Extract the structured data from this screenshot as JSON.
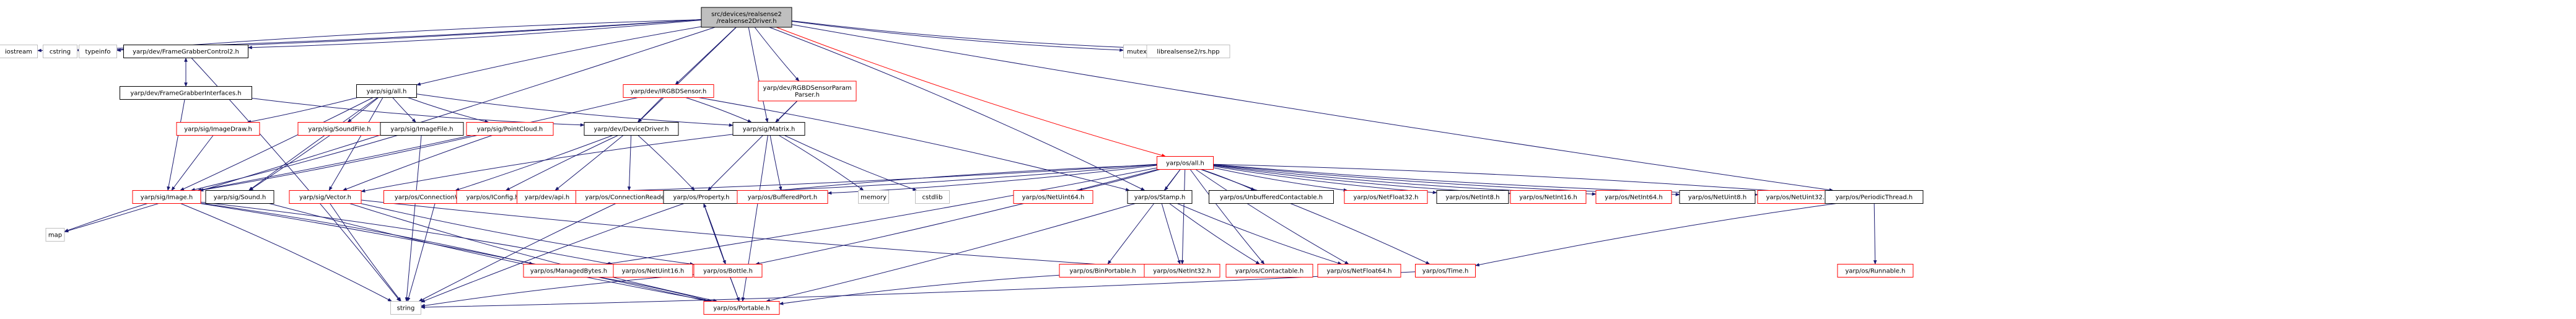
{
  "graph": {
    "colors": {
      "edge": "#191970",
      "edge_red": "#ff0000",
      "root_fill": "#bfbfbf",
      "default_stroke": "#000000",
      "linked_stroke": "#000000",
      "missing_stroke": "#ff0000",
      "background": "#ffffff"
    },
    "nodes": {
      "root": {
        "lines": [
          "src/devices/realsense2",
          "/realsense2Driver.h"
        ],
        "style": "root"
      },
      "iostream": {
        "lines": [
          "iostream"
        ],
        "style": "default"
      },
      "cstring": {
        "lines": [
          "cstring"
        ],
        "style": "default"
      },
      "typeinfo": {
        "lines": [
          "typeinfo"
        ],
        "style": "default"
      },
      "fgc2": {
        "lines": [
          "yarp/dev/FrameGrabberControl2.h"
        ],
        "style": "linked"
      },
      "fgi": {
        "lines": [
          "yarp/dev/FrameGrabberInterfaces.h"
        ],
        "style": "linked"
      },
      "sigall": {
        "lines": [
          "yarp/sig/all.h"
        ],
        "style": "linked"
      },
      "irgbd": {
        "lines": [
          "yarp/dev/IRGBDSensor.h"
        ],
        "style": "missing"
      },
      "rgbdparam": {
        "lines": [
          "yarp/dev/RGBDSensorParam",
          "Parser.h"
        ],
        "style": "missing"
      },
      "mutex": {
        "lines": [
          "mutex"
        ],
        "style": "default"
      },
      "librealsense": {
        "lines": [
          "librealsense2/rs.hpp"
        ],
        "style": "default"
      },
      "imagedraw": {
        "lines": [
          "yarp/sig/ImageDraw.h"
        ],
        "style": "missing"
      },
      "soundfile": {
        "lines": [
          "yarp/sig/SoundFile.h"
        ],
        "style": "missing"
      },
      "imagefile": {
        "lines": [
          "yarp/sig/ImageFile.h"
        ],
        "style": "linked"
      },
      "pointcloud": {
        "lines": [
          "yarp/sig/PointCloud.h"
        ],
        "style": "missing"
      },
      "devicedriver": {
        "lines": [
          "yarp/dev/DeviceDriver.h"
        ],
        "style": "linked"
      },
      "matrix": {
        "lines": [
          "yarp/sig/Matrix.h"
        ],
        "style": "linked"
      },
      "osall": {
        "lines": [
          "yarp/os/all.h"
        ],
        "style": "missing"
      },
      "map": {
        "lines": [
          "map"
        ],
        "style": "default"
      },
      "image": {
        "lines": [
          "yarp/sig/Image.h"
        ],
        "style": "missing"
      },
      "sound": {
        "lines": [
          "yarp/sig/Sound.h"
        ],
        "style": "linked"
      },
      "vector": {
        "lines": [
          "yarp/sig/Vector.h"
        ],
        "style": "missing"
      },
      "connwriter": {
        "lines": [
          "yarp/os/ConnectionWriter.h"
        ],
        "style": "missing"
      },
      "iconfig": {
        "lines": [
          "yarp/os/IConfig.h"
        ],
        "style": "missing"
      },
      "api": {
        "lines": [
          "yarp/dev/api.h"
        ],
        "style": "missing"
      },
      "connreader": {
        "lines": [
          "yarp/os/ConnectionReader.h"
        ],
        "style": "missing"
      },
      "property": {
        "lines": [
          "yarp/os/Property.h"
        ],
        "style": "linked"
      },
      "bufferedport": {
        "lines": [
          "yarp/os/BufferedPort.h"
        ],
        "style": "missing"
      },
      "memory": {
        "lines": [
          "memory"
        ],
        "style": "default"
      },
      "cstdlib": {
        "lines": [
          "cstdlib"
        ],
        "style": "default"
      },
      "netuint64": {
        "lines": [
          "yarp/os/NetUint64.h"
        ],
        "style": "missing"
      },
      "stamp": {
        "lines": [
          "yarp/os/Stamp.h"
        ],
        "style": "linked"
      },
      "unbuffered": {
        "lines": [
          "yarp/os/UnbufferedContactable.h"
        ],
        "style": "linked"
      },
      "netfloat32": {
        "lines": [
          "yarp/os/NetFloat32.h"
        ],
        "style": "missing"
      },
      "netint8": {
        "lines": [
          "yarp/os/NetInt8.h"
        ],
        "style": "linked"
      },
      "netint16": {
        "lines": [
          "yarp/os/NetInt16.h"
        ],
        "style": "missing"
      },
      "netint64": {
        "lines": [
          "yarp/os/NetInt64.h"
        ],
        "style": "missing"
      },
      "netuint8": {
        "lines": [
          "yarp/os/NetUint8.h"
        ],
        "style": "linked"
      },
      "netuint32": {
        "lines": [
          "yarp/os/NetUint32.h"
        ],
        "style": "missing"
      },
      "periodic": {
        "lines": [
          "yarp/os/PeriodicThread.h"
        ],
        "style": "linked"
      },
      "managedbytes": {
        "lines": [
          "yarp/os/ManagedBytes.h"
        ],
        "style": "missing"
      },
      "netuint16": {
        "lines": [
          "yarp/os/NetUint16.h"
        ],
        "style": "missing"
      },
      "bottle": {
        "lines": [
          "yarp/os/Bottle.h"
        ],
        "style": "missing"
      },
      "binportable": {
        "lines": [
          "yarp/os/BinPortable.h"
        ],
        "style": "missing"
      },
      "netint32": {
        "lines": [
          "yarp/os/NetInt32.h"
        ],
        "style": "missing"
      },
      "contactable": {
        "lines": [
          "yarp/os/Contactable.h"
        ],
        "style": "missing"
      },
      "netfloat64": {
        "lines": [
          "yarp/os/NetFloat64.h"
        ],
        "style": "missing"
      },
      "time": {
        "lines": [
          "yarp/os/Time.h"
        ],
        "style": "missing"
      },
      "runnable": {
        "lines": [
          "yarp/os/Runnable.h"
        ],
        "style": "missing"
      },
      "string": {
        "lines": [
          "string"
        ],
        "style": "default"
      },
      "portable": {
        "lines": [
          "yarp/os/Portable.h"
        ],
        "style": "missing"
      }
    },
    "edges": [
      [
        "root",
        "iostream"
      ],
      [
        "root",
        "cstring"
      ],
      [
        "root",
        "typeinfo"
      ],
      [
        "root",
        "fgc2"
      ],
      [
        "root",
        "sigall"
      ],
      [
        "root",
        "irgbd"
      ],
      [
        "root",
        "rgbdparam"
      ],
      [
        "root",
        "mutex"
      ],
      [
        "root",
        "librealsense"
      ],
      [
        "root",
        "map"
      ],
      [
        "root",
        "devicedriver"
      ],
      [
        "root",
        "matrix"
      ],
      [
        "root",
        "stamp"
      ],
      [
        "root",
        "periodic"
      ],
      [
        "root",
        "osall"
      ],
      [
        "fgc2",
        "fgi"
      ],
      [
        "fgc2",
        "string"
      ],
      [
        "fgi",
        "fgc2"
      ],
      [
        "fgi",
        "image"
      ],
      [
        "fgi",
        "devicedriver"
      ],
      [
        "sigall",
        "imagedraw"
      ],
      [
        "sigall",
        "soundfile"
      ],
      [
        "sigall",
        "imagefile"
      ],
      [
        "sigall",
        "pointcloud"
      ],
      [
        "sigall",
        "matrix"
      ],
      [
        "sigall",
        "image"
      ],
      [
        "sigall",
        "sound"
      ],
      [
        "sigall",
        "vector"
      ],
      [
        "imagedraw",
        "image"
      ],
      [
        "soundfile",
        "sound"
      ],
      [
        "imagefile",
        "image"
      ],
      [
        "imagefile",
        "string"
      ],
      [
        "pointcloud",
        "vector"
      ],
      [
        "pointcloud",
        "image"
      ],
      [
        "irgbd",
        "devicedriver"
      ],
      [
        "irgbd",
        "matrix"
      ],
      [
        "irgbd",
        "image"
      ],
      [
        "irgbd",
        "stamp"
      ],
      [
        "rgbdparam",
        "matrix"
      ],
      [
        "rgbdparam",
        "property"
      ],
      [
        "devicedriver",
        "connwriter"
      ],
      [
        "devicedriver",
        "iconfig"
      ],
      [
        "devicedriver",
        "api"
      ],
      [
        "devicedriver",
        "connreader"
      ],
      [
        "devicedriver",
        "property"
      ],
      [
        "matrix",
        "vector"
      ],
      [
        "matrix",
        "bufferedport"
      ],
      [
        "matrix",
        "memory"
      ],
      [
        "matrix",
        "cstdlib"
      ],
      [
        "matrix",
        "portable"
      ],
      [
        "osall",
        "netuint64"
      ],
      [
        "osall",
        "stamp"
      ],
      [
        "osall",
        "unbuffered"
      ],
      [
        "osall",
        "netfloat32"
      ],
      [
        "osall",
        "netint8"
      ],
      [
        "osall",
        "netint16"
      ],
      [
        "osall",
        "netint64"
      ],
      [
        "osall",
        "netuint8"
      ],
      [
        "osall",
        "netuint32"
      ],
      [
        "osall",
        "periodic"
      ],
      [
        "osall",
        "bottle"
      ],
      [
        "osall",
        "binportable"
      ],
      [
        "osall",
        "netint32"
      ],
      [
        "osall",
        "contactable"
      ],
      [
        "osall",
        "netfloat64"
      ],
      [
        "osall",
        "time"
      ],
      [
        "osall",
        "property"
      ],
      [
        "osall",
        "bufferedport"
      ],
      [
        "osall",
        "connwriter"
      ],
      [
        "osall",
        "connreader"
      ],
      [
        "osall",
        "managedbytes"
      ],
      [
        "image",
        "map"
      ],
      [
        "image",
        "string"
      ],
      [
        "image",
        "managedbytes"
      ],
      [
        "image",
        "netuint16"
      ],
      [
        "image",
        "portable"
      ],
      [
        "sound",
        "portable"
      ],
      [
        "vector",
        "string"
      ],
      [
        "vector",
        "portable"
      ],
      [
        "vector",
        "bottle"
      ],
      [
        "vector",
        "netint32"
      ],
      [
        "connwriter",
        "string"
      ],
      [
        "connreader",
        "string"
      ],
      [
        "property",
        "bottle"
      ],
      [
        "property",
        "string"
      ],
      [
        "property",
        "portable"
      ],
      [
        "bottle",
        "property"
      ],
      [
        "bottle",
        "portable"
      ],
      [
        "bottle",
        "string"
      ],
      [
        "stamp",
        "netint32"
      ],
      [
        "stamp",
        "netfloat64"
      ],
      [
        "stamp",
        "portable"
      ],
      [
        "stamp",
        "contactable"
      ],
      [
        "binportable",
        "portable"
      ],
      [
        "managedbytes",
        "portable"
      ],
      [
        "time",
        "string"
      ],
      [
        "periodic",
        "runnable"
      ],
      [
        "periodic",
        "time"
      ]
    ],
    "red_edges": [
      [
        "root",
        "osall"
      ]
    ]
  }
}
